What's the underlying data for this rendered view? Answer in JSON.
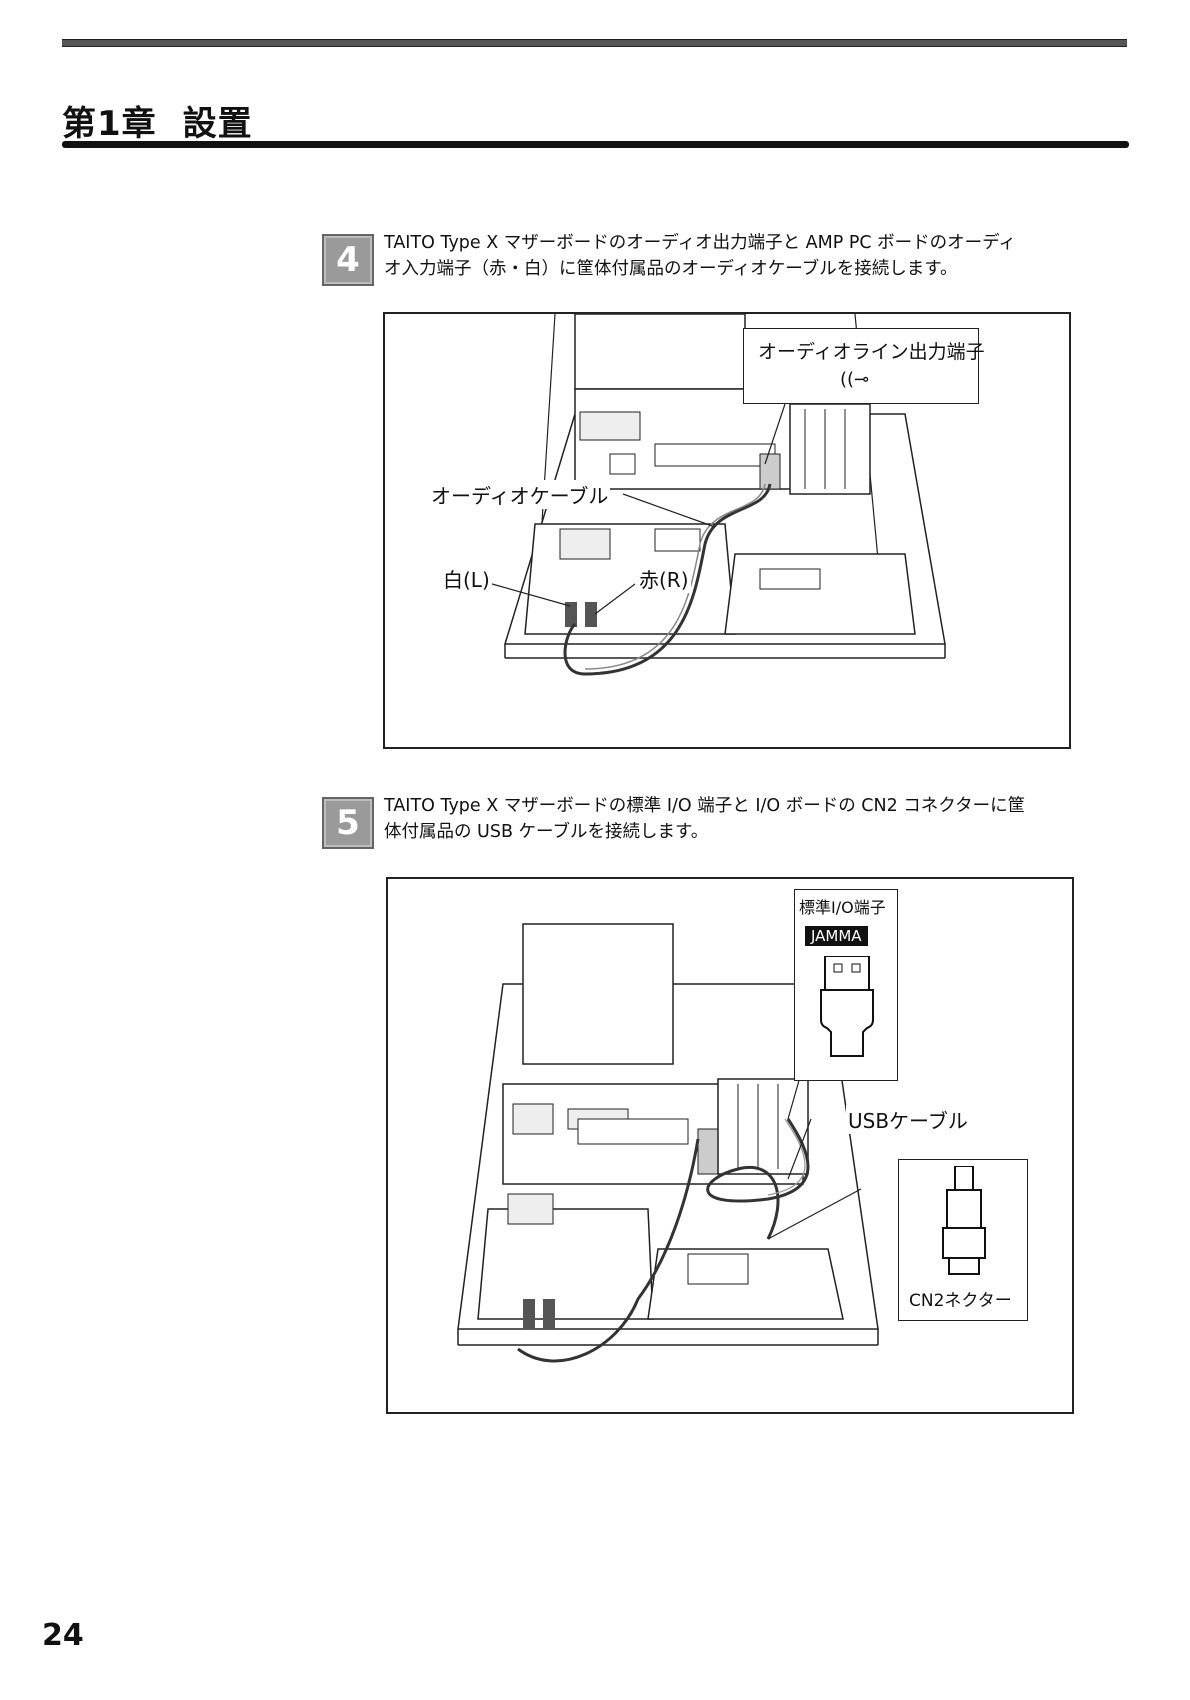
{
  "chapter": {
    "number": "第1章",
    "title": "設置"
  },
  "steps": [
    {
      "number": "4",
      "text_line1": "TAITO Type X マザーボードのオーディオ出力端子と AMP PC ボードのオーディ",
      "text_line2": "オ入力端子（赤・白）に筐体付属品のオーディオケーブルを接続します。",
      "figure": {
        "callout_title": "オーディオライン出力端子",
        "label_cable": "オーディオケーブル",
        "label_white": "白(L)",
        "label_red": "赤(R)"
      }
    },
    {
      "number": "5",
      "text_line1": "TAITO Type X マザーボードの標準 I/O 端子と I/O ボードの CN2 コネクターに筐",
      "text_line2": "体付属品の USB ケーブルを接続します。",
      "figure": {
        "callout_top_title": "標準I/O端子",
        "callout_top_badge": "JAMMA",
        "label_cable": "USBケーブル",
        "callout_bottom_title": "CN2ネクター"
      }
    }
  ],
  "page_number": "24"
}
